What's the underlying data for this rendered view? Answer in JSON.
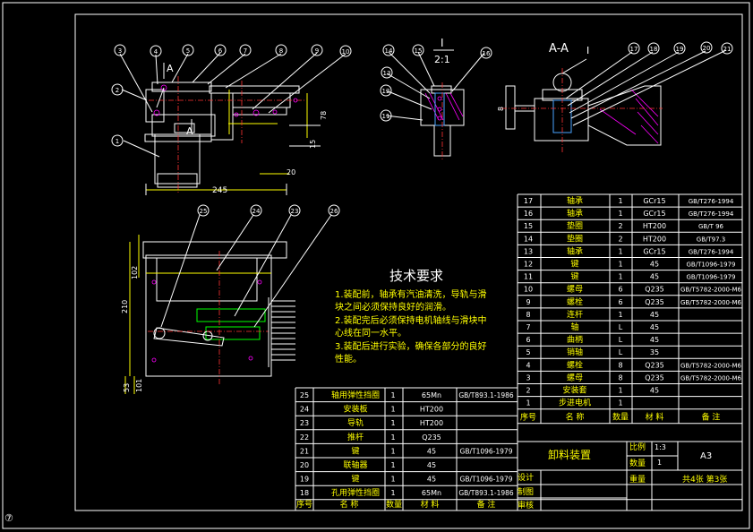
{
  "corner_mark": "⑦",
  "section_labels": {
    "detail": "I",
    "detail_scale": "2:1",
    "section": "A-A",
    "section_ref": "I",
    "view_a": "A",
    "view_a2": "A"
  },
  "dims": {
    "d245": "245",
    "d78": "78",
    "d15": "15",
    "d20": "20",
    "d102": "102",
    "d210": "210",
    "d53": "53",
    "d101": "101",
    "d8": "8"
  },
  "balloons_top": [
    "3",
    "4",
    "5",
    "6",
    "7",
    "8",
    "9",
    "10",
    "2",
    "1"
  ],
  "balloons_detail": [
    "14",
    "15",
    "16",
    "13",
    "12",
    "11"
  ],
  "balloons_aa": [
    "17",
    "18",
    "19",
    "20",
    "21"
  ],
  "balloons_bottom": [
    "25",
    "24",
    "23",
    "26"
  ],
  "tech": {
    "title": "技术要求",
    "lines": [
      "1.装配前，轴承有汽油清洗，导轨与滑",
      "块之间必须保持良好的润滑。",
      "2.装配完后必须保持电机轴线与滑块中",
      "心线在同一水平。",
      "3.装配后进行实验，确保各部分的良好",
      "性能。"
    ]
  },
  "bom_right": [
    [
      "17",
      "轴承",
      "1",
      "GCr15",
      "GB/T276-1994"
    ],
    [
      "16",
      "轴承",
      "1",
      "GCr15",
      "GB/T276-1994"
    ],
    [
      "15",
      "垫圈",
      "2",
      "HT200",
      "GB/T 96"
    ],
    [
      "14",
      "垫圈",
      "2",
      "HT200",
      "GB/T97.3"
    ],
    [
      "13",
      "轴承",
      "1",
      "GCr15",
      "GB/T276-1994"
    ],
    [
      "12",
      "键",
      "1",
      "45",
      "GB/T1096-1979"
    ],
    [
      "11",
      "键",
      "1",
      "45",
      "GB/T1096-1979"
    ],
    [
      "10",
      "螺母",
      "6",
      "Q235",
      "GB/T5782-2000-M6"
    ],
    [
      "9",
      "螺栓",
      "6",
      "Q235",
      "GB/T5782-2000-M6"
    ],
    [
      "8",
      "连杆",
      "1",
      "45",
      ""
    ],
    [
      "7",
      "轴",
      "L",
      "45",
      ""
    ],
    [
      "6",
      "曲柄",
      "L",
      "45",
      ""
    ],
    [
      "5",
      "销轴",
      "L",
      "35",
      ""
    ],
    [
      "4",
      "螺栓",
      "8",
      "Q235",
      "GB/T5782-2000-M6"
    ],
    [
      "3",
      "螺母",
      "8",
      "Q235",
      "GB/T5782-2000-M6"
    ],
    [
      "2",
      "安装套",
      "1",
      "45",
      ""
    ],
    [
      "1",
      "步进电机",
      "1",
      "",
      ""
    ]
  ],
  "bom_left": [
    [
      "25",
      "轴用弹性挡圈",
      "1",
      "65Mn",
      "GB/T893.1-1986"
    ],
    [
      "24",
      "安装板",
      "1",
      "HT200",
      ""
    ],
    [
      "23",
      "导轨",
      "1",
      "HT200",
      ""
    ],
    [
      "22",
      "推杆",
      "1",
      "Q235",
      ""
    ],
    [
      "21",
      "键",
      "1",
      "45",
      "GB/T1096-1979"
    ],
    [
      "20",
      "联轴器",
      "1",
      "45",
      ""
    ],
    [
      "19",
      "键",
      "1",
      "45",
      "GB/T1096-1979"
    ],
    [
      "18",
      "孔用弹性挡圈",
      "1",
      "65Mn",
      "GB/T893.1-1986"
    ]
  ],
  "header_right": [
    "序号",
    "名 称",
    "数量",
    "材 料",
    "备 注"
  ],
  "header_left": [
    "序号",
    "名 称",
    "数量",
    "材 料",
    "备 注"
  ],
  "title_block": {
    "name": "卸料装置",
    "scale_label": "比例",
    "scale_value": "1:3",
    "qty_label": "数量",
    "qty_value": "1",
    "weight_label": "重量",
    "size": "A3",
    "sheets": "共4张 第3张",
    "design": "设计",
    "drawing": "制图",
    "review": "审核"
  }
}
